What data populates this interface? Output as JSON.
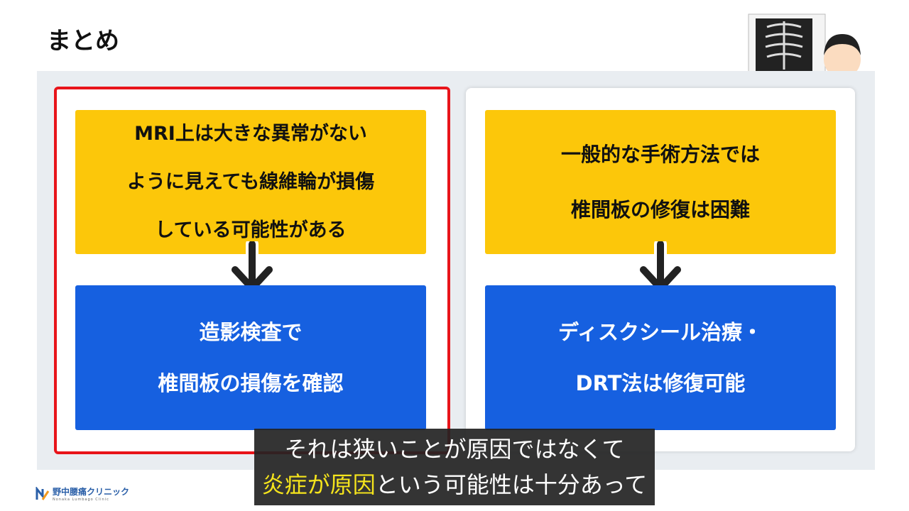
{
  "page_title": "まとめ",
  "left_card": {
    "problem": [
      "MRI上は大きな異常がない",
      "ように見えても線維輪が損傷",
      "している可能性がある"
    ],
    "solution": [
      "造影検査で",
      "椎間板の損傷を確認"
    ]
  },
  "right_card": {
    "problem": [
      "一般的な手術方法では",
      "椎間板の修復は困難"
    ],
    "solution": [
      "ディスクシール治療・",
      "DRT法は修復可能"
    ]
  },
  "subtitle": {
    "line1": "それは狭いことが原因ではなくて",
    "line2_highlight": "炎症が原因",
    "line2_rest": "という可能性は十分あって"
  },
  "logo": {
    "name": "野中腰痛クリニック",
    "english": "Nonaka Lumbago Clinic"
  },
  "colors": {
    "yellow": "#fcc70a",
    "blue": "#1660e0",
    "highlight_border": "#e8141a",
    "subtitle_highlight": "#f5e41c"
  }
}
